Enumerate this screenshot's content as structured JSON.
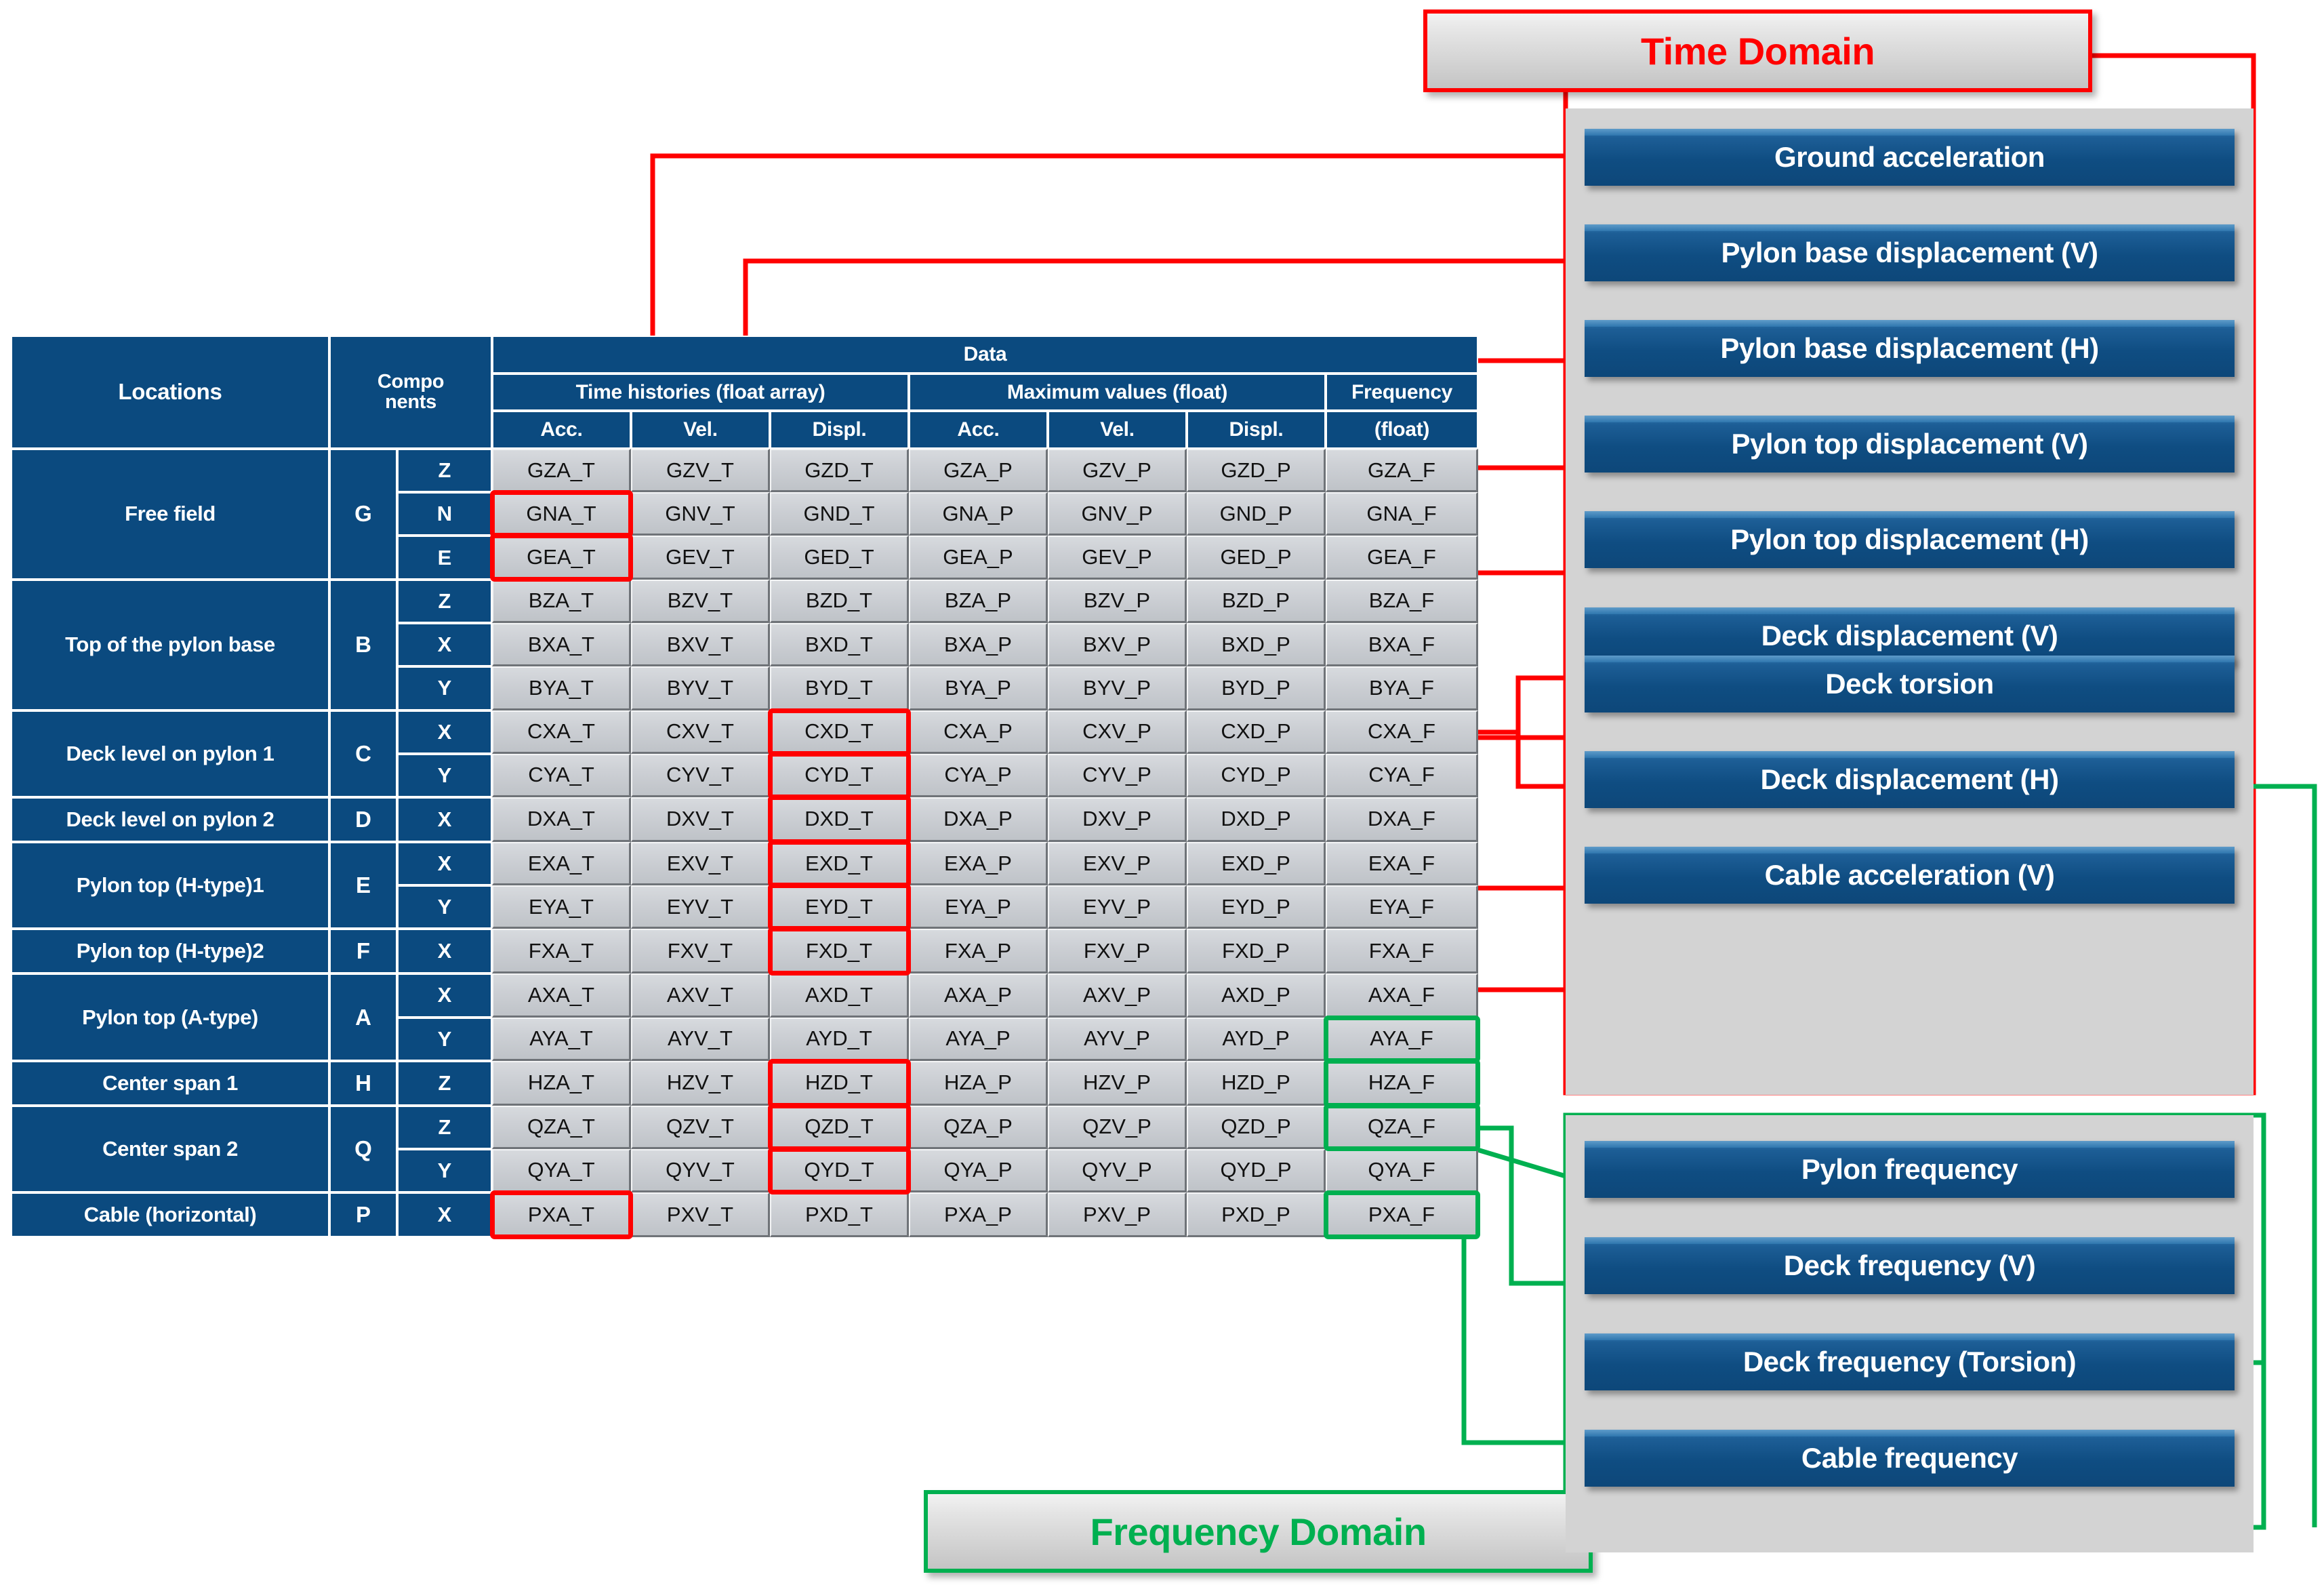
{
  "table": {
    "header": {
      "locations": "Locations",
      "components": "Compo\nnents",
      "data": "Data",
      "time_histories": "Time histories (float array)",
      "maximum_values": "Maximum values (float)",
      "frequency": "Frequency",
      "sub": {
        "acc": "Acc.",
        "vel": "Vel.",
        "displ": "Displ.",
        "float": "(float)"
      }
    },
    "groups": [
      {
        "location": "Free field",
        "letter": "G",
        "rows": [
          {
            "component": "Z",
            "cells": [
              "GZA_T",
              "GZV_T",
              "GZD_T",
              "GZA_P",
              "GZV_P",
              "GZD_P",
              "GZA_F"
            ]
          },
          {
            "component": "N",
            "cells": [
              "GNA_T",
              "GNV_T",
              "GND_T",
              "GNA_P",
              "GNV_P",
              "GND_P",
              "GNA_F"
            ]
          },
          {
            "component": "E",
            "cells": [
              "GEA_T",
              "GEV_T",
              "GED_T",
              "GEA_P",
              "GEV_P",
              "GED_P",
              "GEA_F"
            ]
          }
        ]
      },
      {
        "location": "Top of the pylon base",
        "letter": "B",
        "rows": [
          {
            "component": "Z",
            "cells": [
              "BZA_T",
              "BZV_T",
              "BZD_T",
              "BZA_P",
              "BZV_P",
              "BZD_P",
              "BZA_F"
            ]
          },
          {
            "component": "X",
            "cells": [
              "BXA_T",
              "BXV_T",
              "BXD_T",
              "BXA_P",
              "BXV_P",
              "BXD_P",
              "BXA_F"
            ]
          },
          {
            "component": "Y",
            "cells": [
              "BYA_T",
              "BYV_T",
              "BYD_T",
              "BYA_P",
              "BYV_P",
              "BYD_P",
              "BYA_F"
            ]
          }
        ]
      },
      {
        "location": "Deck level on pylon 1",
        "letter": "C",
        "rows": [
          {
            "component": "X",
            "cells": [
              "CXA_T",
              "CXV_T",
              "CXD_T",
              "CXA_P",
              "CXV_P",
              "CXD_P",
              "CXA_F"
            ]
          },
          {
            "component": "Y",
            "cells": [
              "CYA_T",
              "CYV_T",
              "CYD_T",
              "CYA_P",
              "CYV_P",
              "CYD_P",
              "CYA_F"
            ]
          }
        ]
      },
      {
        "location": "Deck level on pylon 2",
        "letter": "D",
        "rows": [
          {
            "component": "X",
            "cells": [
              "DXA_T",
              "DXV_T",
              "DXD_T",
              "DXA_P",
              "DXV_P",
              "DXD_P",
              "DXA_F"
            ]
          }
        ]
      },
      {
        "location": "Pylon top (H-type)1",
        "letter": "E",
        "rows": [
          {
            "component": "X",
            "cells": [
              "EXA_T",
              "EXV_T",
              "EXD_T",
              "EXA_P",
              "EXV_P",
              "EXD_P",
              "EXA_F"
            ]
          },
          {
            "component": "Y",
            "cells": [
              "EYA_T",
              "EYV_T",
              "EYD_T",
              "EYA_P",
              "EYV_P",
              "EYD_P",
              "EYA_F"
            ]
          }
        ]
      },
      {
        "location": "Pylon top (H-type)2",
        "letter": "F",
        "rows": [
          {
            "component": "X",
            "cells": [
              "FXA_T",
              "FXV_T",
              "FXD_T",
              "FXA_P",
              "FXV_P",
              "FXD_P",
              "FXA_F"
            ]
          }
        ]
      },
      {
        "location": "Pylon top (A-type)",
        "letter": "A",
        "rows": [
          {
            "component": "X",
            "cells": [
              "AXA_T",
              "AXV_T",
              "AXD_T",
              "AXA_P",
              "AXV_P",
              "AXD_P",
              "AXA_F"
            ]
          },
          {
            "component": "Y",
            "cells": [
              "AYA_T",
              "AYV_T",
              "AYD_T",
              "AYA_P",
              "AYV_P",
              "AYD_P",
              "AYA_F"
            ]
          }
        ]
      },
      {
        "location": "Center span 1",
        "letter": "H",
        "rows": [
          {
            "component": "Z",
            "cells": [
              "HZA_T",
              "HZV_T",
              "HZD_T",
              "HZA_P",
              "HZV_P",
              "HZD_P",
              "HZA_F"
            ]
          }
        ]
      },
      {
        "location": "Center span 2",
        "letter": "Q",
        "rows": [
          {
            "component": "Z",
            "cells": [
              "QZA_T",
              "QZV_T",
              "QZD_T",
              "QZA_P",
              "QZV_P",
              "QZD_P",
              "QZA_F"
            ]
          },
          {
            "component": "Y",
            "cells": [
              "QYA_T",
              "QYV_T",
              "QYD_T",
              "QYA_P",
              "QYV_P",
              "QYD_P",
              "QYA_F"
            ]
          }
        ]
      },
      {
        "location": "Cable (horizontal)",
        "letter": "P",
        "rows": [
          {
            "component": "X",
            "cells": [
              "PXA_T",
              "PXV_T",
              "PXD_T",
              "PXA_P",
              "PXV_P",
              "PXD_P",
              "PXA_F"
            ]
          }
        ]
      }
    ],
    "highlighted_red": [
      "GNA_T",
      "GEA_T",
      "CXD_T",
      "CYD_T",
      "DXD_T",
      "EXD_T",
      "EYD_T",
      "FXD_T",
      "HZD_T",
      "QZD_T",
      "QYD_T",
      "PXA_T"
    ],
    "highlighted_green": [
      "AYA_F",
      "HZA_F",
      "QZA_F",
      "PXA_F"
    ]
  },
  "time_domain": {
    "label": "Time Domain",
    "color": "#ff0000",
    "items": [
      "Ground acceleration",
      "Pylon base displacement (V)",
      "Pylon base displacement (H)",
      "Pylon top displacement (V)",
      "Pylon top displacement (H)",
      "Deck displacement (V)",
      "Deck torsion",
      "Deck displacement (H)",
      "Cable acceleration (V)"
    ]
  },
  "frequency_domain": {
    "label": "Frequency Domain",
    "color": "#00b050",
    "items": [
      "Pylon frequency",
      "Deck frequency (V)",
      "Deck frequency (Torsion)",
      "Cable frequency"
    ]
  }
}
